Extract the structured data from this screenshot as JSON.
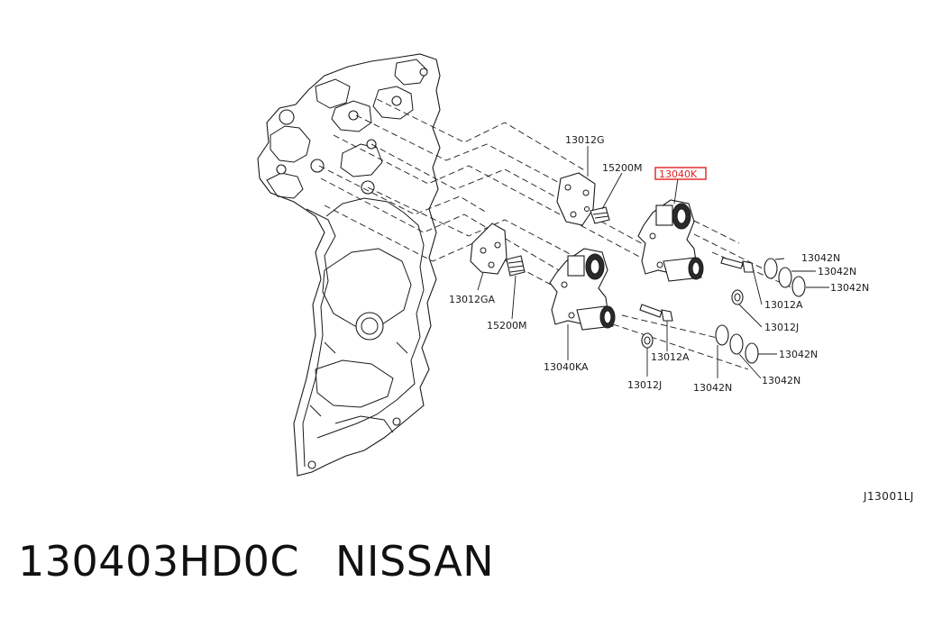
{
  "diagram": {
    "labels": {
      "l_13012G": "13012G",
      "l_15200M_top": "15200M",
      "l_13040K": "13040K",
      "l_13042N_1": "13042N",
      "l_13042N_2": "13042N",
      "l_13042N_3": "13042N",
      "l_13012A_top": "13012A",
      "l_13012J_top": "13012J",
      "l_13012GA": "13012GA",
      "l_15200M_bot": "15200M",
      "l_13040KA": "13040KA",
      "l_13012A_bot": "13012A",
      "l_13012J_bot": "13012J",
      "l_13042N_4": "13042N",
      "l_13042N_5": "13042N",
      "l_13042N_6": "13042N"
    },
    "highlighted_label": "13040K",
    "highlight_color": "#e02020",
    "reference_code": "J13001LJ"
  },
  "caption": {
    "part_number": "130403HD0C",
    "brand": "NISSAN"
  }
}
